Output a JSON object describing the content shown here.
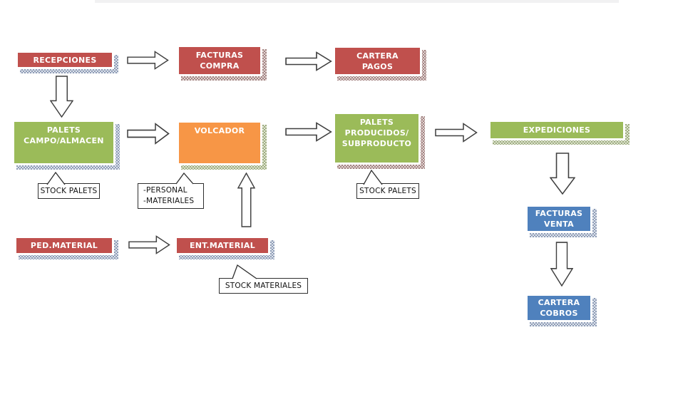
{
  "diagram_title": "",
  "colors": {
    "red": "#C0504D",
    "green": "#9BBB59",
    "orange": "#F79646",
    "blue": "#4F81BD",
    "shadow_blue": "#AAB4C7",
    "shadow_brown": "#B39593",
    "shadow_green": "#B6BFA0",
    "arrow_outline": "#3F3F3F",
    "topbar": "#F1F1F2"
  },
  "nodes": {
    "recepciones": {
      "lines": [
        "RECEPCIONES"
      ]
    },
    "facturas_compra": {
      "lines": [
        "FACTURAS",
        "COMPRA"
      ]
    },
    "cartera_pagos": {
      "lines": [
        "CARTERA",
        "PAGOS"
      ]
    },
    "palets_campo": {
      "lines": [
        "PALETS",
        "CAMPO/ALMACEN"
      ]
    },
    "volcador": {
      "lines": [
        "VOLCADOR"
      ]
    },
    "palets_producidos": {
      "lines": [
        "PALETS",
        "PRODUCIDOS/",
        "SUBPRODUCTO"
      ]
    },
    "expediciones": {
      "lines": [
        "EXPEDICIONES"
      ]
    },
    "ped_material": {
      "lines": [
        "PED.MATERIAL"
      ]
    },
    "ent_material": {
      "lines": [
        "ENT.MATERIAL"
      ]
    },
    "facturas_venta": {
      "lines": [
        "FACTURAS",
        "VENTA"
      ]
    },
    "cartera_cobros": {
      "lines": [
        "CARTERA",
        "COBROS"
      ]
    }
  },
  "callouts": {
    "stock_palets_left": {
      "lines": [
        "STOCK PALETS"
      ]
    },
    "volcador_inputs": {
      "lines": [
        "-PERSONAL",
        "-MATERIALES"
      ]
    },
    "stock_palets_right": {
      "lines": [
        "STOCK PALETS"
      ]
    },
    "stock_materiales": {
      "lines": [
        "STOCK MATERIALES"
      ]
    }
  }
}
